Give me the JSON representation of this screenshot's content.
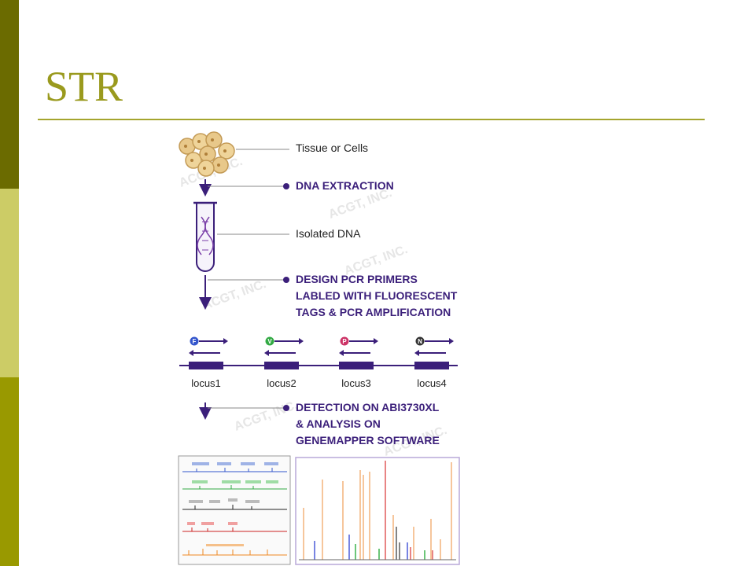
{
  "slide": {
    "title": "STR",
    "colors": {
      "title": "#9a9a1e",
      "rule": "#a5a52e",
      "band_top": "#6b6b00",
      "band_mid": "#cccc66",
      "band_bottom": "#999900",
      "process": "#3b1f7a"
    }
  },
  "diagram": {
    "watermark": "ACGT, INC.",
    "steps": {
      "tissue": "Tissue or Cells",
      "extraction": "DNA EXTRACTION",
      "isolated": "Isolated DNA",
      "pcr_1": "DESIGN PCR PRIMERS",
      "pcr_2": "LABLED WITH FLUORESCENT",
      "pcr_3": "TAGS & PCR AMPLIFICATION",
      "detect_1": "DETECTION ON ABI3730XL",
      "detect_2": "& ANALYSIS ON",
      "detect_3": "GENEMAPPER SOFTWARE"
    },
    "loci": [
      {
        "label": "locus1",
        "tag": "F",
        "tag_color": "#3355cc"
      },
      {
        "label": "locus2",
        "tag": "V",
        "tag_color": "#33aa44"
      },
      {
        "label": "locus3",
        "tag": "P",
        "tag_color": "#cc3366"
      },
      {
        "label": "locus4",
        "tag": "N",
        "tag_color": "#333333"
      }
    ],
    "icons": [
      "cells-cluster-icon",
      "test-tube-icon",
      "dna-helix-icon",
      "down-arrow-icon",
      "primer-arrow-icon",
      "electropherogram-icon",
      "peak-plot-icon"
    ]
  }
}
